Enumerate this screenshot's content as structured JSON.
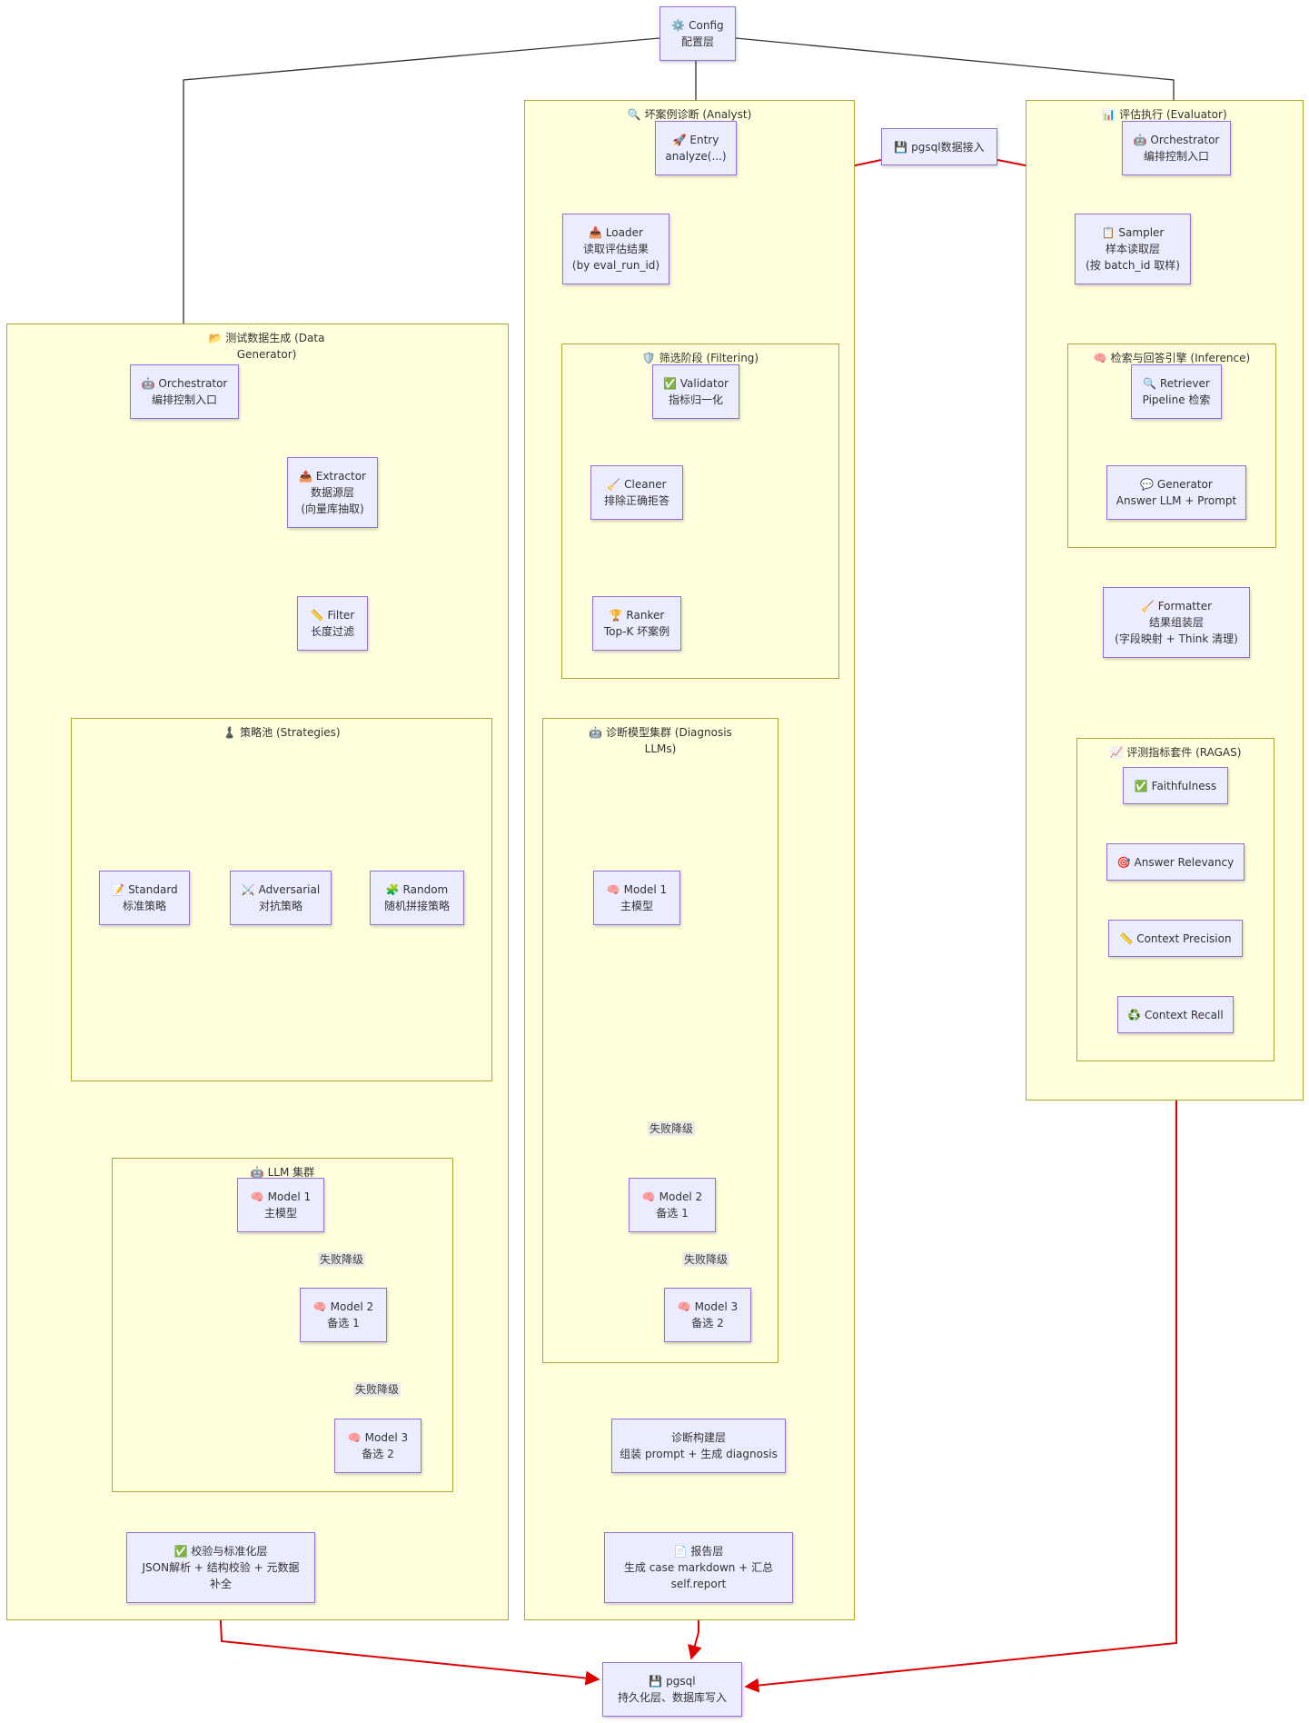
{
  "clusters": {
    "gen": {
      "title": "📂 测试数据生成 (Data Generator)"
    },
    "strat": {
      "title": "♟️ 策略池 (Strategies)"
    },
    "llm": {
      "title": "🤖 LLM 集群"
    },
    "ana": {
      "title": "🔍 坏案例诊断 (Analyst)"
    },
    "filt": {
      "title": "🛡️ 筛选阶段 (Filtering)"
    },
    "diag": {
      "title": "🤖 诊断模型集群 (Diagnosis LLMs)"
    },
    "eval": {
      "title": "📊 评估执行 (Evaluator)"
    },
    "inf": {
      "title": "🧠 检索与回答引擎 (Inference)"
    },
    "ragas": {
      "title": "📈 评测指标套件 (RAGAS)"
    }
  },
  "nodes": {
    "config": {
      "line1": "⚙️ Config",
      "line2": "配置层"
    },
    "pgin": {
      "line1": "💾 pgsql数据接入"
    },
    "pg": {
      "line1": "💾 pgsql",
      "line2": "持久化层、数据库写入"
    },
    "g_orch": {
      "line1": "🤖 Orchestrator",
      "line2": "编排控制入口"
    },
    "g_ext": {
      "line1": "📤 Extractor",
      "line2": "数据源层",
      "line3": "(向量库抽取)"
    },
    "g_filter": {
      "line1": "📏 Filter",
      "line2": "长度过滤"
    },
    "g_std": {
      "line1": "📝 Standard",
      "line2": "标准策略"
    },
    "g_adv": {
      "line1": "⚔️ Adversarial",
      "line2": "对抗策略"
    },
    "g_rand": {
      "line1": "🧩 Random",
      "line2": "随机拼接策略"
    },
    "g_m1": {
      "line1": "🧠 Model 1",
      "line2": "主模型"
    },
    "g_m2": {
      "line1": "🧠 Model 2",
      "line2": "备选 1"
    },
    "g_m3": {
      "line1": "🧠 Model 3",
      "line2": "备选 2"
    },
    "g_val": {
      "line1": "✅ 校验与标准化层",
      "line2": "JSON解析 + 结构校验 + 元数据",
      "line3": "补全"
    },
    "a_entry": {
      "line1": "🚀 Entry",
      "line2": "analyze(...)"
    },
    "a_loader": {
      "line1": "📥 Loader",
      "line2": "读取评估结果",
      "line3": "(by eval_run_id)"
    },
    "a_valid": {
      "line1": "✅ Validator",
      "line2": "指标归一化"
    },
    "a_clean": {
      "line1": "🧹 Cleaner",
      "line2": "排除正确拒答"
    },
    "a_rank": {
      "line1": "🏆 Ranker",
      "line2": "Top-K 坏案例"
    },
    "a_m1": {
      "line1": "🧠 Model 1",
      "line2": "主模型"
    },
    "a_m2": {
      "line1": "🧠 Model 2",
      "line2": "备选 1"
    },
    "a_m3": {
      "line1": "🧠 Model 3",
      "line2": "备选 2"
    },
    "a_build": {
      "line1": "诊断构建层",
      "line2": "组装 prompt + 生成 diagnosis"
    },
    "a_report": {
      "line1": "📄 报告层",
      "line2": "生成 case markdown + 汇总",
      "line3": "self.report"
    },
    "e_orch": {
      "line1": "🤖 Orchestrator",
      "line2": "编排控制入口"
    },
    "e_sampler": {
      "line1": "📋 Sampler",
      "line2": "样本读取层",
      "line3": "(按 batch_id 取样)"
    },
    "e_retr": {
      "line1": "🔍 Retriever",
      "line2": "Pipeline 检索"
    },
    "e_gen": {
      "line1": "💬 Generator",
      "line2": "Answer LLM + Prompt"
    },
    "e_fmt": {
      "line1": "🧹 Formatter",
      "line2": "结果组装层",
      "line3": "(字段映射 + Think 清理)"
    },
    "r_faith": {
      "line1": "✅ Faithfulness"
    },
    "r_rel": {
      "line1": "🎯 Answer Relevancy"
    },
    "r_prec": {
      "line1": "📏 Context Precision"
    },
    "r_rec": {
      "line1": "♻️ Context Recall"
    }
  },
  "edge_labels": {
    "g12": "失败降级",
    "g23": "失败降级",
    "a12": "失败降级",
    "a23": "失败降级"
  },
  "colors": {
    "edge_red": "#e00000",
    "edge_dark": "#333333",
    "node_fill": "#ececff",
    "node_border": "#9370db",
    "cluster_fill": "#ffffde"
  }
}
